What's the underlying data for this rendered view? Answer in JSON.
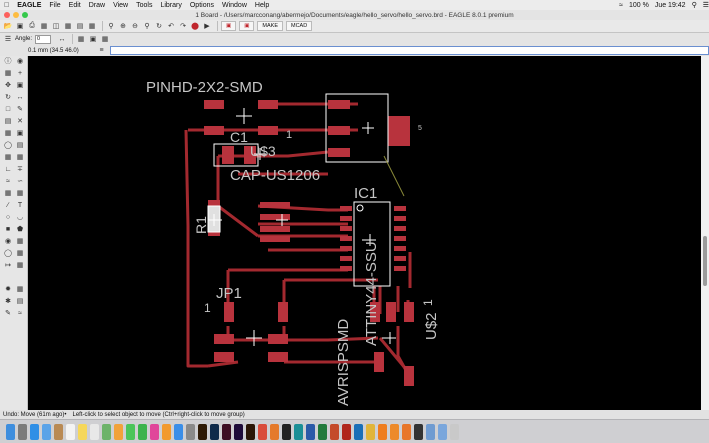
{
  "menubar": {
    "apple": "",
    "app": "EAGLE",
    "items": [
      "File",
      "Edit",
      "Draw",
      "View",
      "Tools",
      "Library",
      "Options",
      "Window",
      "Help"
    ],
    "battery": "100 %",
    "clock": "Jue 19:42"
  },
  "window": {
    "title": "1 Board - /Users/marcconang/abermejo/Documents/eagle/hello_servo/hello_servo.brd - EAGLE 8.0.1 premium"
  },
  "toolbar": {
    "make_label": "MAKE",
    "mcad_label": "MCAD"
  },
  "params": {
    "angle_label": "Angle:",
    "angle_value": "0"
  },
  "command": {
    "coords": "0.1 mm (34.5 46.0)",
    "input_value": ""
  },
  "board": {
    "labels": {
      "pinhd": "PINHD-2X2-SMD",
      "c1": "C1",
      "us3": "U$3",
      "cap": "CAP-US1206",
      "ic1": "IC1",
      "r1": "R1",
      "jp1": "JP1",
      "one_jp1": "1",
      "one_top": "1",
      "one_us2": "1",
      "attiny": "ATTINY44-SSU",
      "avrisp": "AVRISPSMD",
      "us2": "U$2",
      "five": "5"
    },
    "colors": {
      "background": "#000000",
      "trace": "#a3292f",
      "pad": "#b8333d",
      "silkscreen": "#c6c6c6",
      "outline": "#ffffff"
    }
  },
  "status": {
    "message": "Undo: Move (61m ago)",
    "hint": "Left-click to select object to move (Ctrl+right-click to move group)"
  }
}
